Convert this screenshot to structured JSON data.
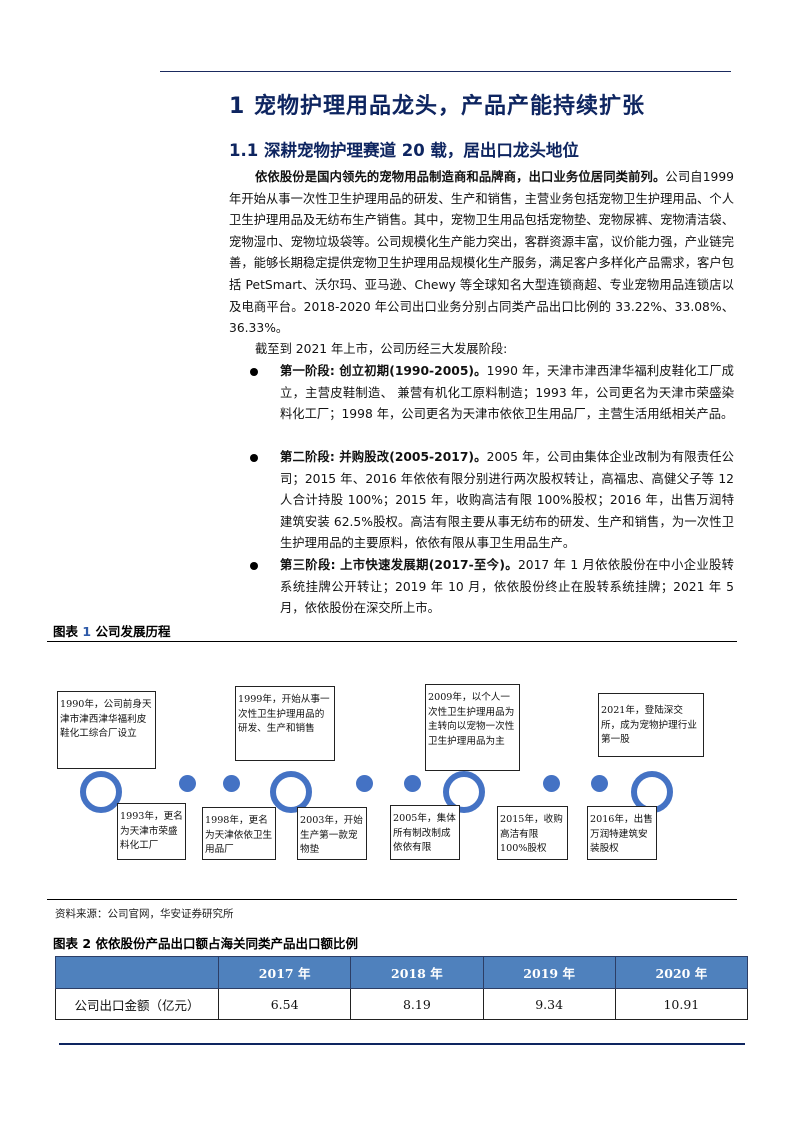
{
  "section": {
    "h1": "1 宠物护理用品龙头，产品产能持续扩张",
    "h2": "1.1 深耕宠物护理赛道 20 载，居出口龙头地位"
  },
  "body": {
    "para1_bold": "依依股份是国内领先的宠物用品制造商和品牌商，出口业务位居同类前列。",
    "para1_rest": "公司自1999 年开始从事一次性卫生护理用品的研发、生产和销售，主营业务包括宠物卫生护理用品、个人卫生护理用品及无纺布生产销售。其中，宠物卫生用品包括宠物垫、宠物尿裤、宠物清洁袋、宠物湿巾、宠物垃圾袋等。公司规模化生产能力突出，客群资源丰富，议价能力强，产业链完善，能够长期稳定提供宠物卫生护理用品规模化生产服务，满足客户多样化产品需求，客户包括 PetSmart、沃尔玛、亚马逊、Chewy 等全球知名大型连锁商超、专业宠物用品连锁店以及电商平台。2018-2020 年公司出口业务分别占同类产品出口比例的 33.22%、33.08%、36.33%。",
    "para2": "截至到 2021 年上市，公司历经三大发展阶段:",
    "bullets": [
      {
        "bold": "第一阶段: 创立初期(1990-2005)。",
        "text": "1990 年，天津市津西津华福利皮鞋化工厂成立，主营皮鞋制造、 兼营有机化工原料制造；1993 年，公司更名为天津市荣盛染料化工厂；1998 年，公司更名为天津市依依卫生用品厂，主营生活用纸相关产品。"
      },
      {
        "bold": "第二阶段: 并购股改(2005-2017)。",
        "text": "2005 年，公司由集体企业改制为有限责任公司；2015 年、2016 年依依有限分别进行两次股权转让，高福忠、高健父子等 12 人合计持股 100%；2015 年，收购高洁有限 100%股权；2016 年，出售万润特建筑安装 62.5%股权。高洁有限主要从事无纺布的研发、生产和销售，为一次性卫生护理用品的主要原料，依依有限从事卫生用品生产。"
      },
      {
        "bold": "第三阶段: 上市快速发展期(2017-至今)。",
        "text": "2017 年 1 月依依股份在中小企业股转系统挂牌公开转让；2019 年 10 月，依依股份终止在股转系统挂牌；2021 年 5 月，依依股份在深交所上市。"
      }
    ]
  },
  "figure1": {
    "prefix": "图表",
    "number": "1",
    "title": "公司发展历程",
    "accent_color": "#4472c4",
    "events_top": [
      "1990年，公司前身天津市津西津华福利皮鞋化工综合厂设立",
      "1999年，开始从事一次性卫生护理用品的研发、生产和销售",
      "2009年，以个人一次性卫生护理用品为主转向以宠物一次性卫生护理用品为主",
      "2021年，登陆深交所，成为宠物护理行业第一股"
    ],
    "events_bottom": [
      "1993年，更名为天津市荣盛料化工厂",
      "1998年，更名为天津依依卫生用品厂",
      "2003年，开始生产第一款宠物垫",
      "2005年，集体所有制改制成依依有限",
      "2015年，收购高洁有限100%股权",
      "2016年，出售万润特建筑安装股权"
    ],
    "source": "资料来源：公司官网，华安证券研究所"
  },
  "figure2": {
    "prefix": "图表",
    "number": "2",
    "title": "依依股份产品出口额占海关同类产品出口额比例",
    "header_color": "#4f81bd",
    "columns": [
      "",
      "2017 年",
      "2018 年",
      "2019 年",
      "2020 年"
    ],
    "rows": [
      {
        "label": "公司出口金额（亿元）",
        "values": [
          "6.54",
          "8.19",
          "9.34",
          "10.91"
        ]
      }
    ]
  }
}
